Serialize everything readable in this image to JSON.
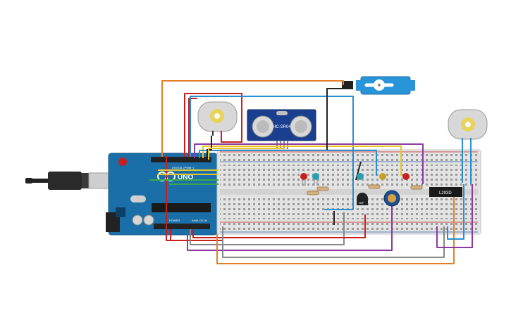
{
  "arduino": {
    "model_label": "UNO",
    "digital_label": "DIGITAL (PWM~)",
    "power_label": "POWER",
    "analog_label": "ANALOG IN",
    "brand_icon": "infinity-logo-icon",
    "brand_color": "#1b6fa8"
  },
  "sensor": {
    "label": "HC-SR04",
    "color": "#1b3f8f"
  },
  "driver": {
    "label": "L293D"
  },
  "temp_sensor": {
    "label": "TMP"
  },
  "colors": {
    "board": "#1b6fa8",
    "breadboard": "#e3e3e3",
    "wire_orange": "#e2802a",
    "wire_red": "#c8201e",
    "wire_blue": "#2a8fd0",
    "wire_purple": "#8a3aa0",
    "wire_green": "#3aa84a",
    "wire_yellow": "#e8c72a",
    "wire_gray": "#888888",
    "wire_black": "#222222",
    "servo": "#2a94d8"
  },
  "components": {
    "leds": [
      "red",
      "teal",
      "teal",
      "yellow",
      "red"
    ],
    "motors": 2,
    "potentiometer": 1,
    "servo": 1
  }
}
